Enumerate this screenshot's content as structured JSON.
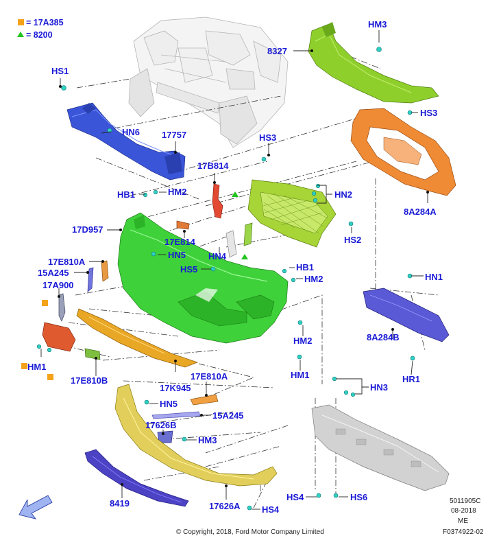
{
  "legend": {
    "square_text": "= 17A385",
    "triangle_text": "= 8200",
    "square_color": "#f5a21b",
    "triangle_color": "#22c41e"
  },
  "labels": {
    "hs1": "HS1",
    "hn6": "HN6",
    "p17757": "17757",
    "hs3_top": "HS3",
    "p8327": "8327",
    "hm3_top": "HM3",
    "hs3_right": "HS3",
    "p8a284a": "8A284A",
    "p17b814": "17B814",
    "hb1_top": "HB1",
    "hm2_top": "HM2",
    "hn2": "HN2",
    "p17d957": "17D957",
    "p17e814": "17E814",
    "hn5_top": "HN5",
    "hn4": "HN4",
    "hs2": "HS2",
    "p17e810a_left": "17E810A",
    "p15a245_left": "15A245",
    "p17a900": "17A900",
    "hs5": "HS5",
    "hb1_mid": "HB1",
    "hm2_mid": "HM2",
    "hn1": "HN1",
    "p8a284b": "8A284B",
    "hm2_low": "HM2",
    "hm1_left": "HM1",
    "hm1_mid": "HM1",
    "p17e810b": "17E810B",
    "p17k945": "17K945",
    "p17e810a_mid": "17E810A",
    "hr1": "HR1",
    "hn3": "HN3",
    "hn5_low": "HN5",
    "p15a245_low": "15A245",
    "p17626b": "17626B",
    "hm3_low": "HM3",
    "p8419": "8419",
    "p17626a": "17626A",
    "hs4_low": "HS4",
    "hs4_right": "HS4",
    "hs6": "HS6"
  },
  "footer": {
    "copyright": "© Copyright, 2018, Ford Motor Company Limited",
    "doc_id": "5011905C",
    "date": "08-2018",
    "region": "ME",
    "ref": "F0374922-02"
  },
  "colors": {
    "blue_part": "#3a55d8",
    "orange_part": "#ef8a35",
    "lime_part": "#8fcf2c",
    "green_part": "#3fd13a",
    "yellow_part": "#e2cf5b",
    "gold_part": "#e9a726",
    "violet_part": "#4c42c4",
    "gray_part": "#cfcfcf",
    "fastener": "#2fd0c4",
    "label": "#1a1ad6"
  }
}
